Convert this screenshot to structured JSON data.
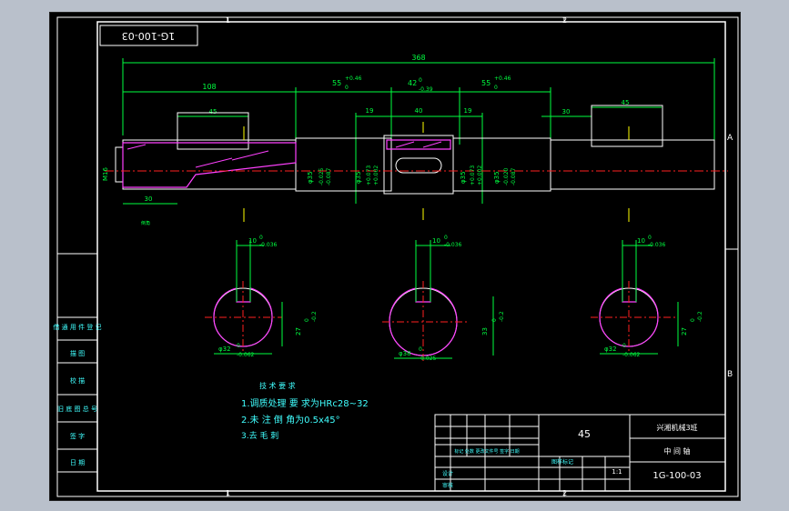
{
  "drawing": {
    "id_rotated": "1G-100-03",
    "zone_top_1": "1",
    "zone_top_2": "2",
    "zone_bottom_1": "1",
    "zone_bottom_2": "2",
    "zone_right_A": "A",
    "zone_right_B": "B",
    "overall_length": "368",
    "dim_108": "108",
    "dim_55_a": "55",
    "dim_55_a_tol": "+0.46",
    "dim_55_a_tol2": "0",
    "dim_42": "42",
    "dim_42_tol": "0",
    "dim_42_tol2": "-0.39",
    "dim_55_b": "55",
    "dim_55_b_tol": "+0.46",
    "dim_55_b_tol2": "0",
    "dim_45_left": "45",
    "dim_19_left": "19",
    "dim_40": "40",
    "dim_19_right": "19",
    "dim_30_right": "30",
    "dim_45_right": "45",
    "dim_30_left": "30",
    "thread": "M16",
    "phi35_a": "φ35",
    "phi35_a_tol": "-0.025",
    "phi35_a_tol2": "-0.087",
    "phi35_b": "φ35",
    "phi35_b_tol": "+0.073",
    "phi35_b_tol2": "+0.002",
    "phi35_c": "φ35",
    "phi35_c_tol": "+0.073",
    "phi35_c_tol2": "+0.002",
    "phi35_d": "φ35",
    "phi35_d_tol": "-0.020",
    "phi35_d_tol2": "-0.087",
    "small_label": "倒角",
    "sec1_key": "10",
    "sec1_key_tol": "0",
    "sec1_key_tol2": "-0.036",
    "sec1_depth": "27",
    "sec1_depth_tol": "0",
    "sec1_depth_tol2": "-0.2",
    "sec1_dia": "φ32",
    "sec1_dia_tol": "0",
    "sec1_dia_tol2": "-0.062",
    "sec2_key": "10",
    "sec2_key_tol": "0",
    "sec2_key_tol2": "-0.036",
    "sec2_depth": "33",
    "sec2_depth_tol": "0",
    "sec2_depth_tol2": "-0.2",
    "sec2_dia": "φ38",
    "sec2_dia_tol": "0",
    "sec2_dia_tol2": "-0.025",
    "sec3_key": "10",
    "sec3_key_tol": "0",
    "sec3_key_tol2": "-0.036",
    "sec3_depth": "27",
    "sec3_depth_tol": "0",
    "sec3_depth_tol2": "-0.2",
    "sec3_dia": "φ32",
    "sec3_dia_tol": "0",
    "sec3_dia_tol2": "-0.062"
  },
  "tech_req": {
    "title": "技 术 要 求",
    "line1": "1.调质处理 要 求为HRc28~32",
    "line2": "2.未 注 倒 角为0.5x45°",
    "line3": "3.去 毛 刺"
  },
  "left_table": {
    "row1": "借 通 用 件 登 记",
    "row2": "描 图",
    "row3": "校 描",
    "row4": "旧 底 图 总 号",
    "row5": "签 字",
    "row6": "日 期"
  },
  "title_block": {
    "material": "45",
    "school": "兴湘机械3班",
    "part_name": "中 间 轴",
    "drawing_no": "1G-100-03",
    "scale": "1:1",
    "stage_label": "图样标记",
    "row_labels": "标记 处数 更改文件号 签字 日期",
    "design": "设计",
    "check": "审核"
  },
  "colors": {
    "background": "#000000",
    "frame": "#ffffff",
    "dimension": "#00ff40",
    "centerline": "#ff2020",
    "hatch": "#ff40ff",
    "outline": "#ffffff",
    "text_yellow": "#ffff00",
    "text_cyan": "#40ffff"
  }
}
